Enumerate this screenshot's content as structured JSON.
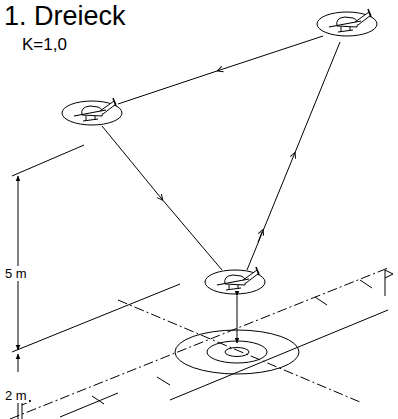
{
  "diagram": {
    "title": "1. Dreieck",
    "labels": [
      "K=1,0",
      "5 m",
      "2 m"
    ]
  }
}
